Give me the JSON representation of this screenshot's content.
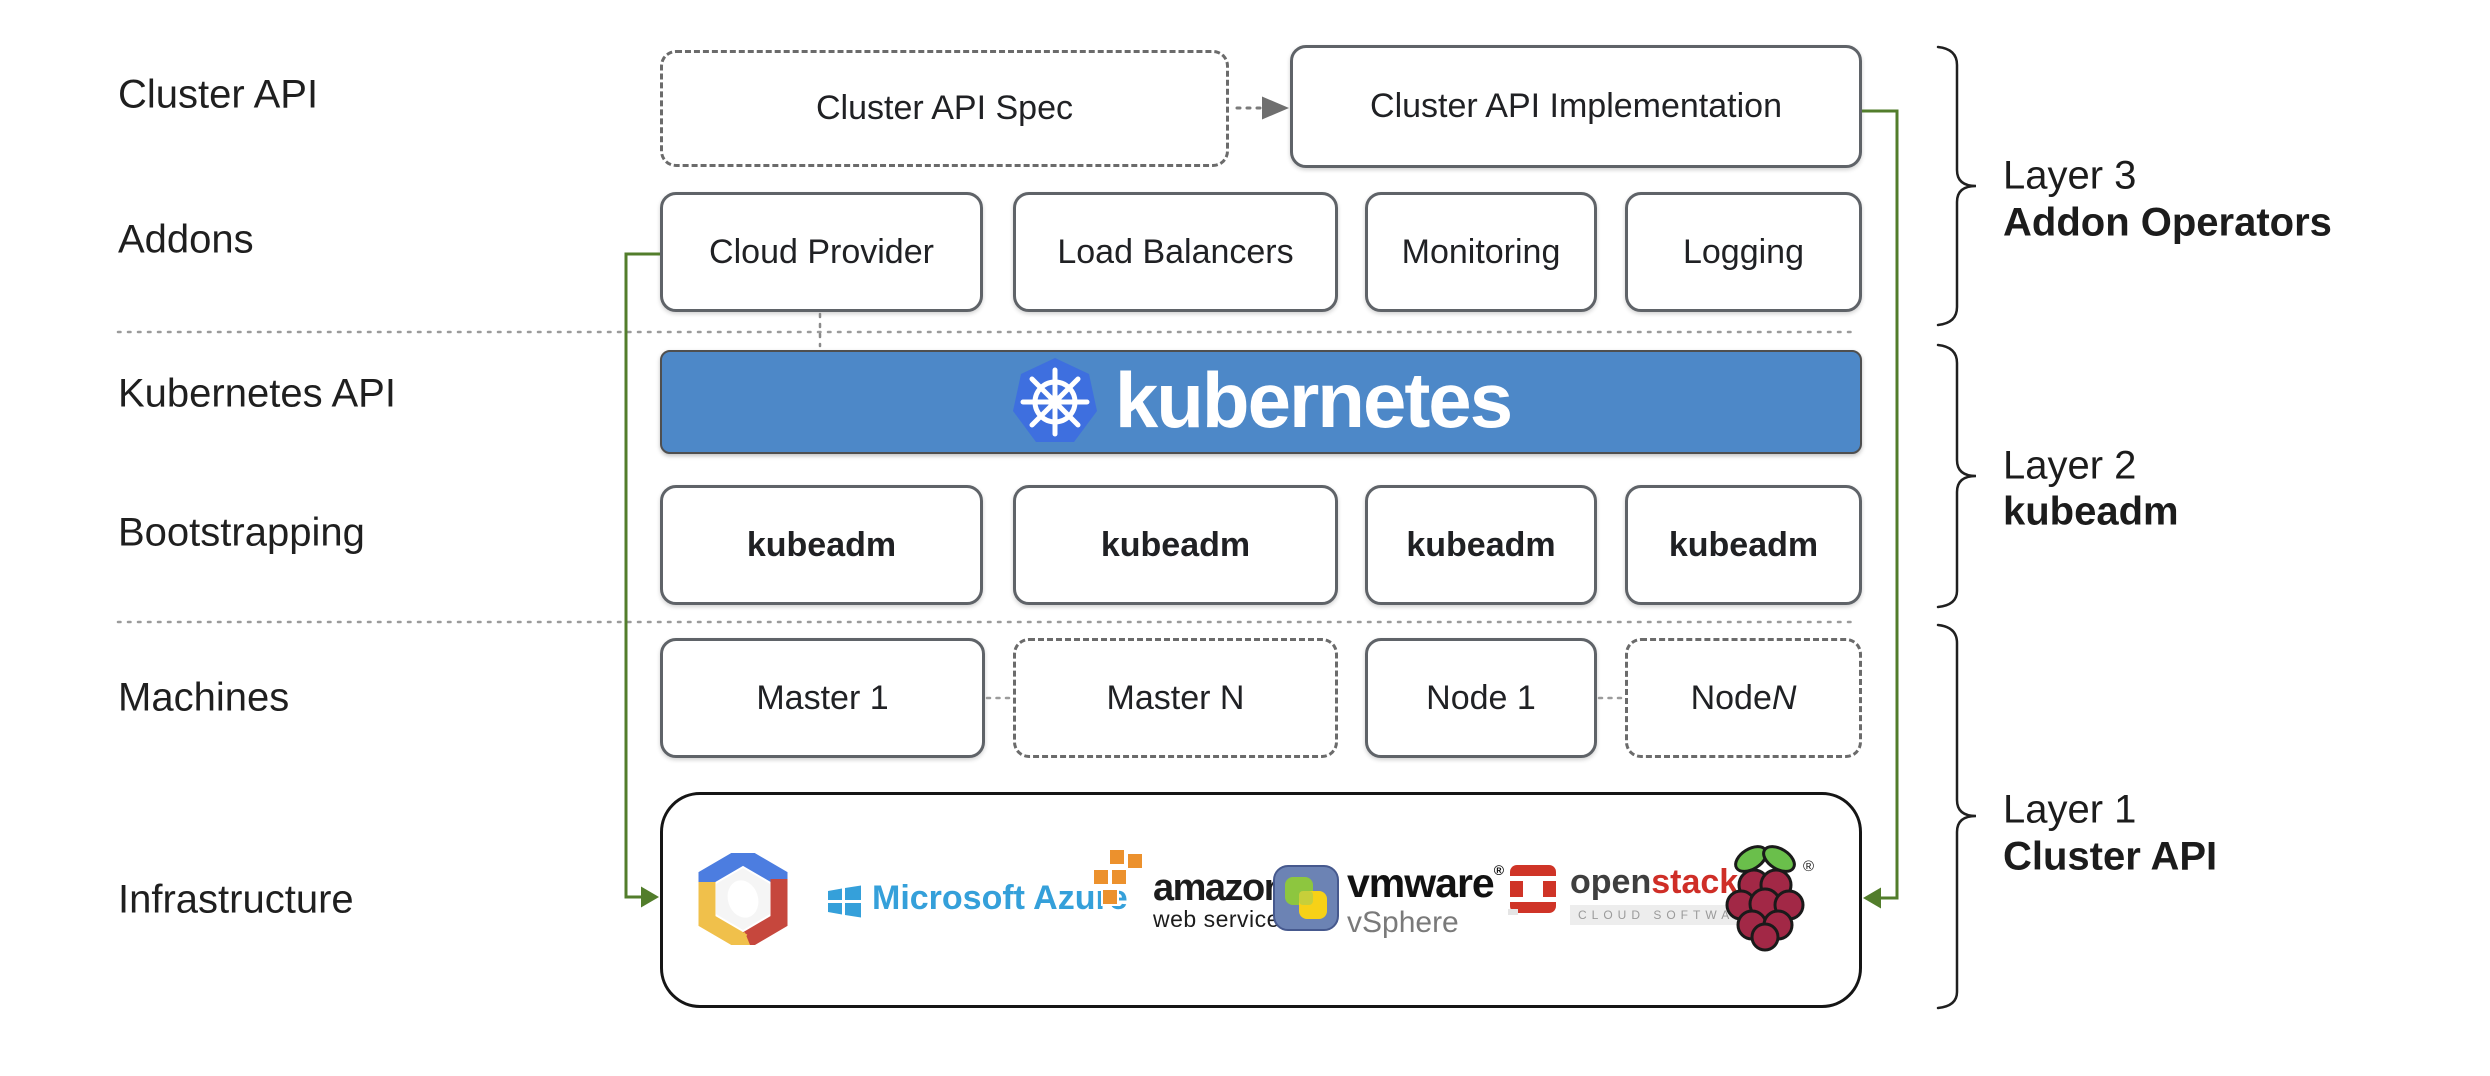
{
  "row_labels": [
    "Cluster API",
    "Addons",
    "Kubernetes API",
    "Bootstrapping",
    "Machines",
    "Infrastructure"
  ],
  "cluster_api_row": {
    "spec": "Cluster API Spec",
    "implementation": "Cluster API Implementation"
  },
  "addons": [
    "Cloud Provider",
    "Load Balancers",
    "Monitoring",
    "Logging"
  ],
  "kubernetes_banner": {
    "wordmark": "kubernetes"
  },
  "bootstrapping": [
    "kubeadm",
    "kubeadm",
    "kubeadm",
    "kubeadm"
  ],
  "machines": {
    "master1": "Master 1",
    "masterN": "Master N",
    "node1": "Node 1",
    "nodeN_prefix": "Node ",
    "nodeN_n": "N"
  },
  "infrastructure": {
    "azure_text": "Microsoft Azure",
    "aws_text": "amazon",
    "aws_sub": "web services",
    "vmware_text": "vmware",
    "vmware_reg": "®",
    "vmware_sub": "vSphere",
    "openstack_open": "open",
    "openstack_stack": "stack",
    "openstack_tm": "™",
    "openstack_sub": "CLOUD SOFTWARE",
    "raspberry_reg": "®",
    "providers": [
      "Google Cloud Platform",
      "Microsoft Azure",
      "Amazon Web Services",
      "VMware vSphere",
      "OpenStack",
      "Raspberry Pi"
    ]
  },
  "layers": [
    {
      "title": "Layer 3",
      "subtitle": "Addon Operators"
    },
    {
      "title": "Layer 2",
      "subtitle": "kubeadm"
    },
    {
      "title": "Layer 1",
      "subtitle": "Cluster API"
    }
  ],
  "colors": {
    "banner_blue": "#4d88c8",
    "k8s_logo_blue": "#3e6fdf",
    "arrow_green": "#527d2b",
    "azure_blue": "#35a0da",
    "aws_orange": "#ec912d",
    "openstack_red": "#cf2e27",
    "raspberry_red": "#a22846",
    "leaf_green": "#6abf4b",
    "box_border_gray": "#5f6368"
  }
}
